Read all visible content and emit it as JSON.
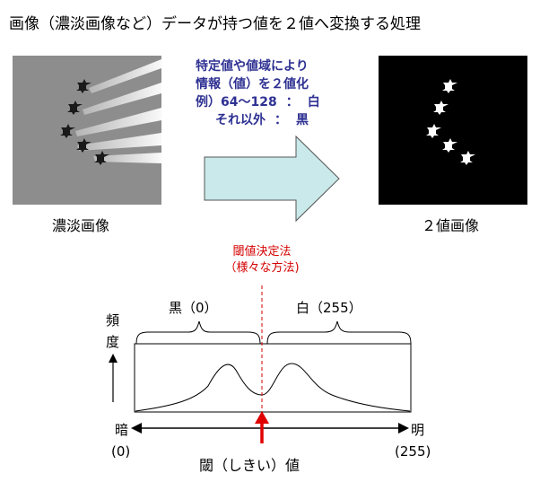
{
  "title": "画像（濃淡画像など）データが持つ値を２値へ変換する処理",
  "left_image": {
    "caption": "濃淡画像"
  },
  "right_image": {
    "caption": "２値画像"
  },
  "arrow_note": {
    "line1": "特定値や値域により",
    "line2": "情報（値）を２値化",
    "line3_a": "例）64～128",
    "line3_b": "：",
    "line3_c": "白",
    "line4_a": "それ以外",
    "line4_b": "：",
    "line4_c": "黒"
  },
  "threshold_method": {
    "line1": "閾値決定法",
    "line2": "（様々な方法)"
  },
  "histogram": {
    "black_label": "黒（0）",
    "white_label": "白（255）",
    "y_label_1": "頻",
    "y_label_2": "度",
    "dark_label": "暗",
    "dark_value": "(0)",
    "bright_label": "明",
    "bright_value": "(255)",
    "threshold_label": "閾（しきい）値"
  },
  "colors": {
    "arrow_fill": "#c9e9ea",
    "note_text": "#2e3192",
    "threshold_red": "#d40000",
    "photo_gray": "#8f8f8f"
  }
}
